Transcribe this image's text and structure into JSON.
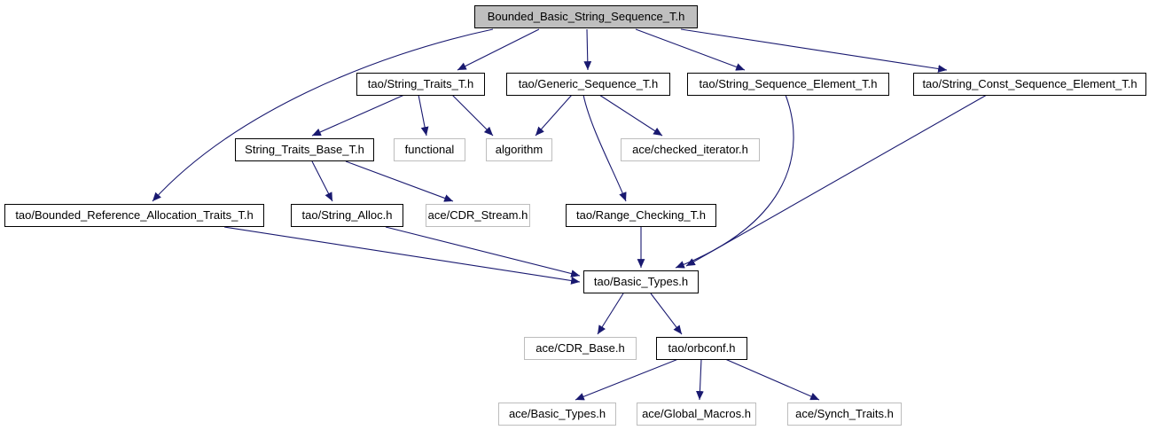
{
  "graph": {
    "colors": {
      "background": "#ffffff",
      "edge": "#191970",
      "root_fill": "#bfbfbf",
      "node_fill": "#ffffff",
      "internal_border": "#000000",
      "external_border": "#bdbdbd",
      "text": "#000000"
    },
    "nodes": [
      {
        "id": "root",
        "label": "Bounded_Basic_String_Sequence_T.h",
        "kind": "root"
      },
      {
        "id": "string_traits",
        "label": "tao/String_Traits_T.h",
        "kind": "internal"
      },
      {
        "id": "generic_seq",
        "label": "tao/Generic_Sequence_T.h",
        "kind": "internal"
      },
      {
        "id": "string_seq_elem",
        "label": "tao/String_Sequence_Element_T.h",
        "kind": "internal"
      },
      {
        "id": "string_const_seq",
        "label": "tao/String_Const_Sequence_Element_T.h",
        "kind": "internal"
      },
      {
        "id": "string_traits_base",
        "label": "String_Traits_Base_T.h",
        "kind": "internal"
      },
      {
        "id": "functional",
        "label": "functional",
        "kind": "external"
      },
      {
        "id": "algorithm",
        "label": "algorithm",
        "kind": "external"
      },
      {
        "id": "checked_iterator",
        "label": "ace/checked_iterator.h",
        "kind": "external"
      },
      {
        "id": "bounded_ref",
        "label": "tao/Bounded_Reference_Allocation_Traits_T.h",
        "kind": "internal"
      },
      {
        "id": "string_alloc",
        "label": "tao/String_Alloc.h",
        "kind": "internal"
      },
      {
        "id": "cdr_stream",
        "label": "ace/CDR_Stream.h",
        "kind": "external"
      },
      {
        "id": "range_checking",
        "label": "tao/Range_Checking_T.h",
        "kind": "internal"
      },
      {
        "id": "basic_types",
        "label": "tao/Basic_Types.h",
        "kind": "internal"
      },
      {
        "id": "cdr_base",
        "label": "ace/CDR_Base.h",
        "kind": "external"
      },
      {
        "id": "orbconf",
        "label": "tao/orbconf.h",
        "kind": "internal"
      },
      {
        "id": "ace_basic_types",
        "label": "ace/Basic_Types.h",
        "kind": "external"
      },
      {
        "id": "global_macros",
        "label": "ace/Global_Macros.h",
        "kind": "external"
      },
      {
        "id": "synch_traits",
        "label": "ace/Synch_Traits.h",
        "kind": "external"
      }
    ],
    "edges": [
      {
        "from": "root",
        "to": "string_traits"
      },
      {
        "from": "root",
        "to": "generic_seq"
      },
      {
        "from": "root",
        "to": "string_seq_elem"
      },
      {
        "from": "root",
        "to": "string_const_seq"
      },
      {
        "from": "root",
        "to": "bounded_ref"
      },
      {
        "from": "string_traits",
        "to": "string_traits_base"
      },
      {
        "from": "string_traits",
        "to": "functional"
      },
      {
        "from": "string_traits",
        "to": "algorithm"
      },
      {
        "from": "generic_seq",
        "to": "algorithm"
      },
      {
        "from": "generic_seq",
        "to": "checked_iterator"
      },
      {
        "from": "generic_seq",
        "to": "range_checking"
      },
      {
        "from": "string_seq_elem",
        "to": "basic_types"
      },
      {
        "from": "string_const_seq",
        "to": "basic_types"
      },
      {
        "from": "string_traits_base",
        "to": "string_alloc"
      },
      {
        "from": "string_traits_base",
        "to": "cdr_stream"
      },
      {
        "from": "bounded_ref",
        "to": "basic_types"
      },
      {
        "from": "string_alloc",
        "to": "basic_types"
      },
      {
        "from": "range_checking",
        "to": "basic_types"
      },
      {
        "from": "basic_types",
        "to": "cdr_base"
      },
      {
        "from": "basic_types",
        "to": "orbconf"
      },
      {
        "from": "orbconf",
        "to": "ace_basic_types"
      },
      {
        "from": "orbconf",
        "to": "global_macros"
      },
      {
        "from": "orbconf",
        "to": "synch_traits"
      }
    ]
  }
}
